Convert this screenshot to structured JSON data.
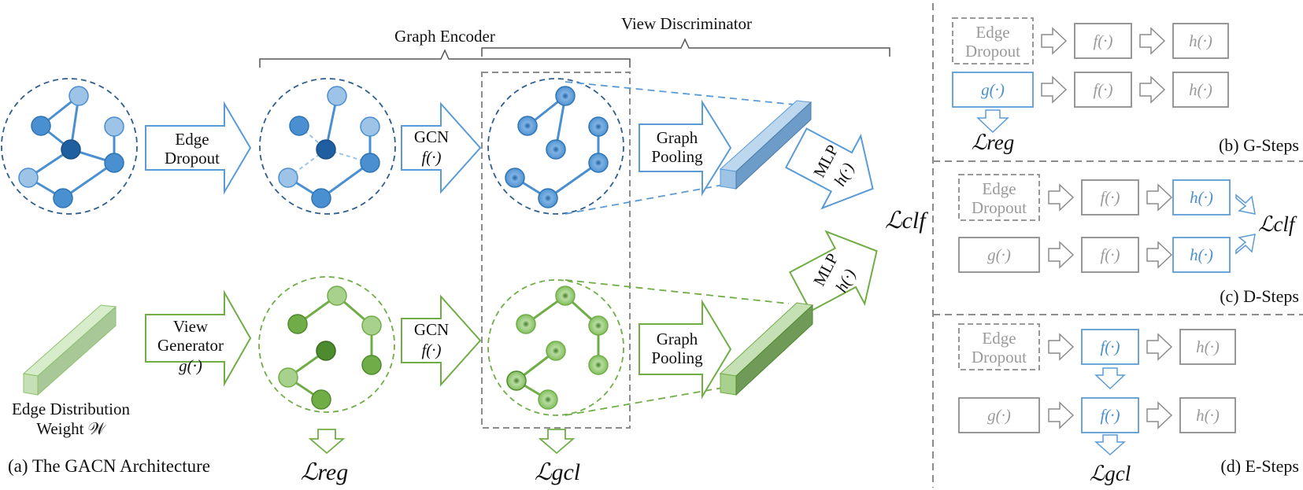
{
  "brackets": {
    "graph_encoder": "Graph Encoder",
    "view_discriminator": "View Discriminator"
  },
  "panel_a": {
    "caption": "(a) The GACN Architecture",
    "edge_dropout_line1": "Edge",
    "edge_dropout_line2": "Dropout",
    "gcn_top_line1": "GCN",
    "gcn_top_line2": "f(·)",
    "gcn_bottom_line1": "GCN",
    "gcn_bottom_line2": "f(·)",
    "pooling_top_line1": "Graph",
    "pooling_top_line2": "Pooling",
    "pooling_bottom_line1": "Graph",
    "pooling_bottom_line2": "Pooling",
    "mlp_top_line1": "MLP",
    "mlp_top_line2": "h(·)",
    "mlp_bottom_line1": "MLP",
    "mlp_bottom_line2": "h(·)",
    "view_gen_line1": "View",
    "view_gen_line2": "Generator",
    "view_gen_line3": "g(·)",
    "edge_dist_line1": "Edge Distribution",
    "edge_dist_line2": "Weight 𝒲",
    "loss_reg": "ℒreg",
    "loss_gcl": "ℒgcl",
    "loss_clf": "ℒclf"
  },
  "panel_b": {
    "caption": "(b) G-Steps",
    "edge_dropout_line1": "Edge",
    "edge_dropout_line2": "Dropout",
    "f": "f(·)",
    "h": "h(·)",
    "g": "g(·)",
    "loss_reg": "ℒreg"
  },
  "panel_c": {
    "caption": "(c) D-Steps",
    "edge_dropout_line1": "Edge",
    "edge_dropout_line2": "Dropout",
    "f": "f(·)",
    "h": "h(·)",
    "g": "g(·)",
    "loss_clf": "ℒclf"
  },
  "panel_d": {
    "caption": "(d) E-Steps",
    "edge_dropout_line1": "Edge",
    "edge_dropout_line2": "Dropout",
    "f": "f(·)",
    "h": "h(·)",
    "g": "g(·)",
    "loss_gcl": "ℒgcl"
  },
  "colors": {
    "blue_stroke": "#5b9bd5",
    "blue_dark": "#2e75b6",
    "blue_node": "#4a8fd0",
    "blue_light": "#9dc3e6",
    "green_stroke": "#70ad47",
    "green_dark": "#4e8a2e",
    "green_light": "#a9d18e",
    "grey": "#8c8c8c"
  }
}
